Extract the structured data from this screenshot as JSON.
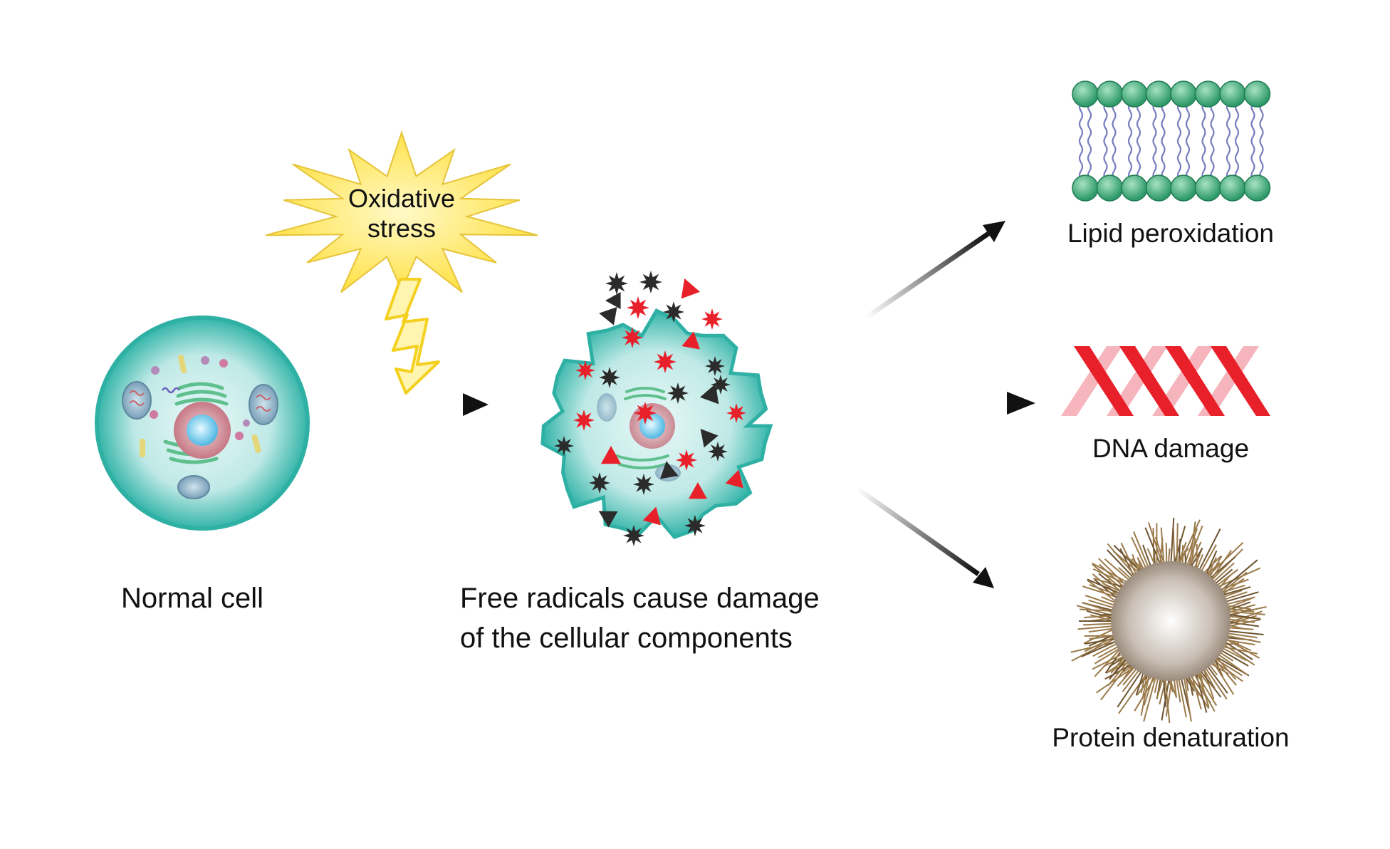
{
  "labels": {
    "normal_cell": "Normal cell",
    "oxidative_stress_line1": "Oxidative",
    "oxidative_stress_line2": "stress",
    "free_radicals_line1": "Free radicals cause damage",
    "free_radicals_line2": "of the cellular components",
    "lipid_peroxidation": "Lipid peroxidation",
    "dna_damage": "DNA damage",
    "protein_denaturation": "Protein denaturation"
  },
  "colors": {
    "cell_teal": "#3cbcb0",
    "cell_light": "#cfeeee",
    "nucleus": "#c97c86",
    "nucleolus": "#7fd3ee",
    "star_yellow": "#ffe74a",
    "radical_red": "#e8202a",
    "radical_black": "#2b2b2b",
    "lipid_head": "#2f9a6a",
    "dna_red": "#e8202a",
    "protein_brown": "#8a6a3e"
  },
  "icons": [
    "cell-icon",
    "starburst-icon",
    "lightning-icon",
    "arrow-icon",
    "free-radical-icon",
    "lipid-bilayer-icon",
    "dna-helix-icon",
    "protein-icon"
  ]
}
